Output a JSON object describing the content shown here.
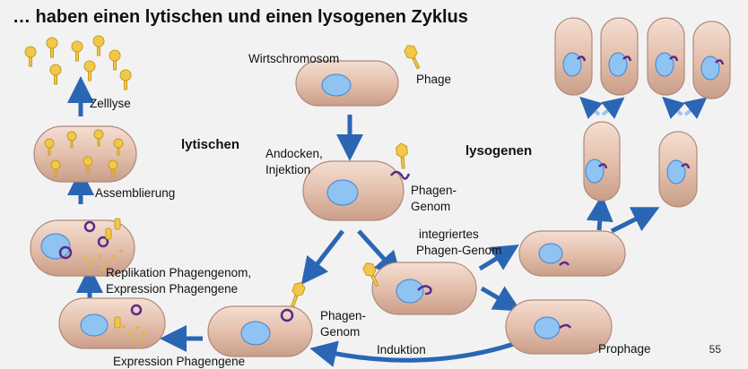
{
  "title": "… haben einen lytischen und einen lysogenen Zyklus",
  "page_number": "55",
  "labels": {
    "wirtschromosom": "Wirtschromosom",
    "phage": "Phage",
    "andocken_1": "Andocken,",
    "andocken_2": "Injektion",
    "phagen_genom_top_1": "Phagen-",
    "phagen_genom_top_2": "Genom",
    "lytischen": "lytischen",
    "lysogenen": "lysogenen",
    "zelllyse": "Zelllyse",
    "assemblierung": "Assemblierung",
    "replikation_1": "Replikation Phagengenom,",
    "replikation_2": "Expression Phagengene",
    "expression_bottom": "Expression Phagengene",
    "phagen_genom_bottom_1": "Phagen-",
    "phagen_genom_bottom_2": "Genom",
    "integriertes_1": "integriertes",
    "integriertes_2": "Phagen-Genom",
    "induktion": "Induktion",
    "prophage": "Prophage"
  },
  "colors": {
    "cell_fill": "#e8c7b5",
    "cell_stroke": "#b08a7a",
    "dna": "#4a8fd8",
    "phage_genome": "#5a2a8a",
    "phage": "#f0c040",
    "arrow": "#2a66b4"
  }
}
